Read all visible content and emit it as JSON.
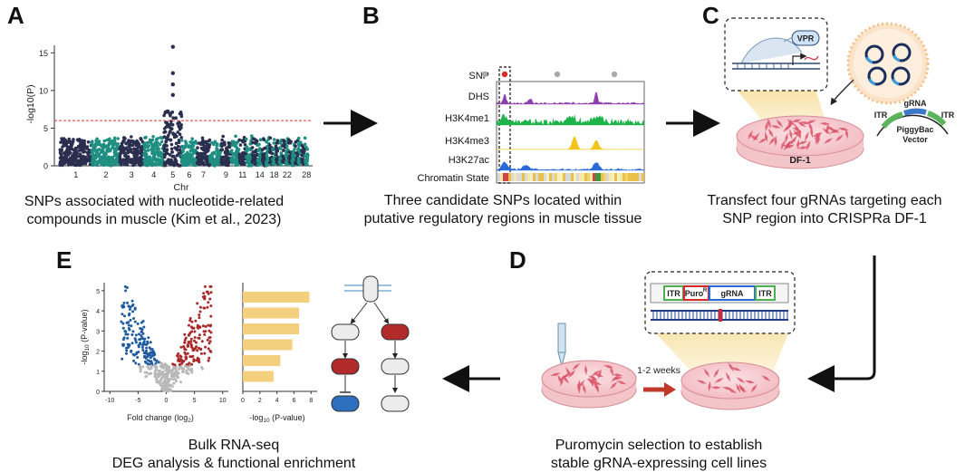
{
  "panels": {
    "A": {
      "label": "A",
      "caption_line1": "SNPs associated with nucleotide-related",
      "caption_line2": "compounds in muscle (Kim et al., 2023)",
      "chart_data": {
        "type": "scatter",
        "title": "",
        "xlabel": "Chr",
        "ylabel": "-log10(P)",
        "ylim": [
          0,
          16
        ],
        "yticks": [
          0,
          5,
          10,
          15
        ],
        "chromosome_tick_labels": [
          "1",
          "2",
          "3",
          "4",
          "5",
          "6",
          "7",
          "9",
          "11",
          "14",
          "18",
          "22",
          "28"
        ],
        "threshold": 6,
        "threshold_color": "#e03030",
        "colors": [
          "#2b2f4f",
          "#1f8f82"
        ],
        "peak_points": [
          {
            "chr": "5",
            "y": 15.8
          },
          {
            "chr": "5",
            "y": 12.3
          },
          {
            "chr": "5",
            "y": 10.8
          },
          {
            "chr": "5",
            "y": 9.4
          }
        ]
      }
    },
    "B": {
      "label": "B",
      "tracks": [
        "SNP",
        "DHS",
        "H3K4me1",
        "H3K4me3",
        "H3K27ac",
        "Chromatin State"
      ],
      "track_colors": {
        "DHS": "#8e3fae",
        "H3K4me1": "#1db34a",
        "H3K4me3": "#f0c419",
        "H3K27ac": "#2a6ad8"
      },
      "caption_line1": "Three candidate SNPs located within",
      "caption_line2": "putative regulatory regions in muscle tissue"
    },
    "C": {
      "label": "C",
      "vpr": "VPR",
      "dish": "DF-1",
      "grna": "gRNA",
      "itr_left": "ITR",
      "itr_right": "ITR",
      "vector_line1": "PiggyBac",
      "vector_line2": "Vector",
      "caption_line1": "Transfect four gRNAs targeting each",
      "caption_line2": "SNP region into CRISPRa DF-1"
    },
    "D": {
      "label": "D",
      "construct": [
        "ITR",
        "Puro",
        "gRNA",
        "ITR"
      ],
      "construct_sup": "R",
      "time": "1-2 weeks",
      "caption_line1": "Puromycin selection to establish",
      "caption_line2": "stable gRNA-expressing cell lines"
    },
    "E": {
      "label": "E",
      "volcano": {
        "type": "scatter",
        "xlabel": "Fold change (log",
        "xlabel_sub": "2",
        "ylabel_pre": "-log",
        "ylabel_sub": "10",
        "ylabel_post": " (P-value)",
        "xticks": [
          -10,
          -5,
          0,
          5,
          10
        ],
        "yticks": [
          0,
          1,
          2,
          3,
          4,
          5
        ],
        "colors": {
          "down": "#1f5b9e",
          "up": "#a82a2a",
          "ns": "#b8b8b8"
        }
      },
      "bars": {
        "type": "bar",
        "values": [
          7.8,
          6.6,
          6.6,
          5.8,
          4.4,
          3.6
        ],
        "xticks": [
          0,
          2,
          4,
          6,
          8
        ],
        "xlim": [
          0,
          8.5
        ],
        "xlabel_pre": "-log",
        "xlabel_sub": "10",
        "xlabel_post": " (P-value)",
        "color": "#f4cf7e"
      },
      "caption_line1": "Bulk RNA-seq",
      "caption_line2": "DEG analysis & functional enrichment"
    }
  }
}
